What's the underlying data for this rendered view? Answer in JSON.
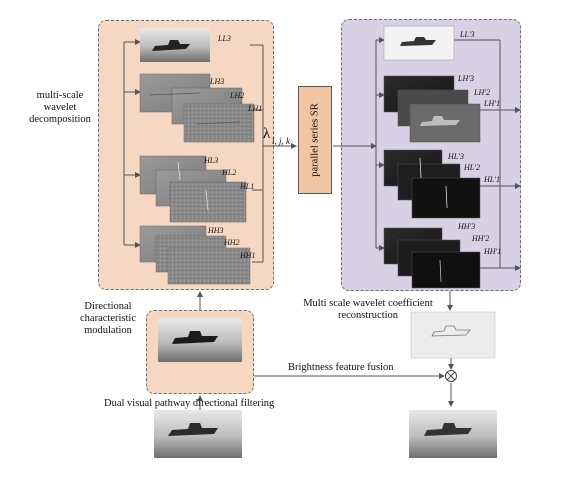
{
  "labels": {
    "multiscale": [
      "multi-scale",
      "wavelet",
      "decomposition"
    ],
    "directional": [
      "Directional",
      "characteristic",
      "modulation"
    ],
    "dual_pathway": "Dual visual pathway directional filtering",
    "brightness": "Brightness feature fusion",
    "msw_reconstruction": [
      "Multi scale wavelet coefficient",
      "reconstruction"
    ],
    "parallel_sr": "parallel series SR",
    "lambda_symbol": "λ",
    "lambda_sub": "l, j, k",
    "fusion_symbol": "⊗"
  },
  "left_subbands": {
    "ll": "LL3",
    "lh": [
      "LH3",
      "LH2",
      "LH1"
    ],
    "hl": [
      "HL3",
      "HL2",
      "HL1"
    ],
    "hh": [
      "HH3",
      "HH2",
      "HH1"
    ]
  },
  "right_subbands": {
    "ll": "LL'3",
    "lh": [
      "LH'3",
      "LH'2",
      "LH'1"
    ],
    "hl": [
      "HL'3",
      "HL'2",
      "HL'1"
    ],
    "hh": [
      "HH'3",
      "HH'2",
      "HH'1"
    ]
  },
  "colors": {
    "left_panel_fill": "#f6d8c2",
    "right_panel_fill": "#d8d0e4",
    "sr_box_fill": "#f3c6a3",
    "arrow": "#555555"
  }
}
